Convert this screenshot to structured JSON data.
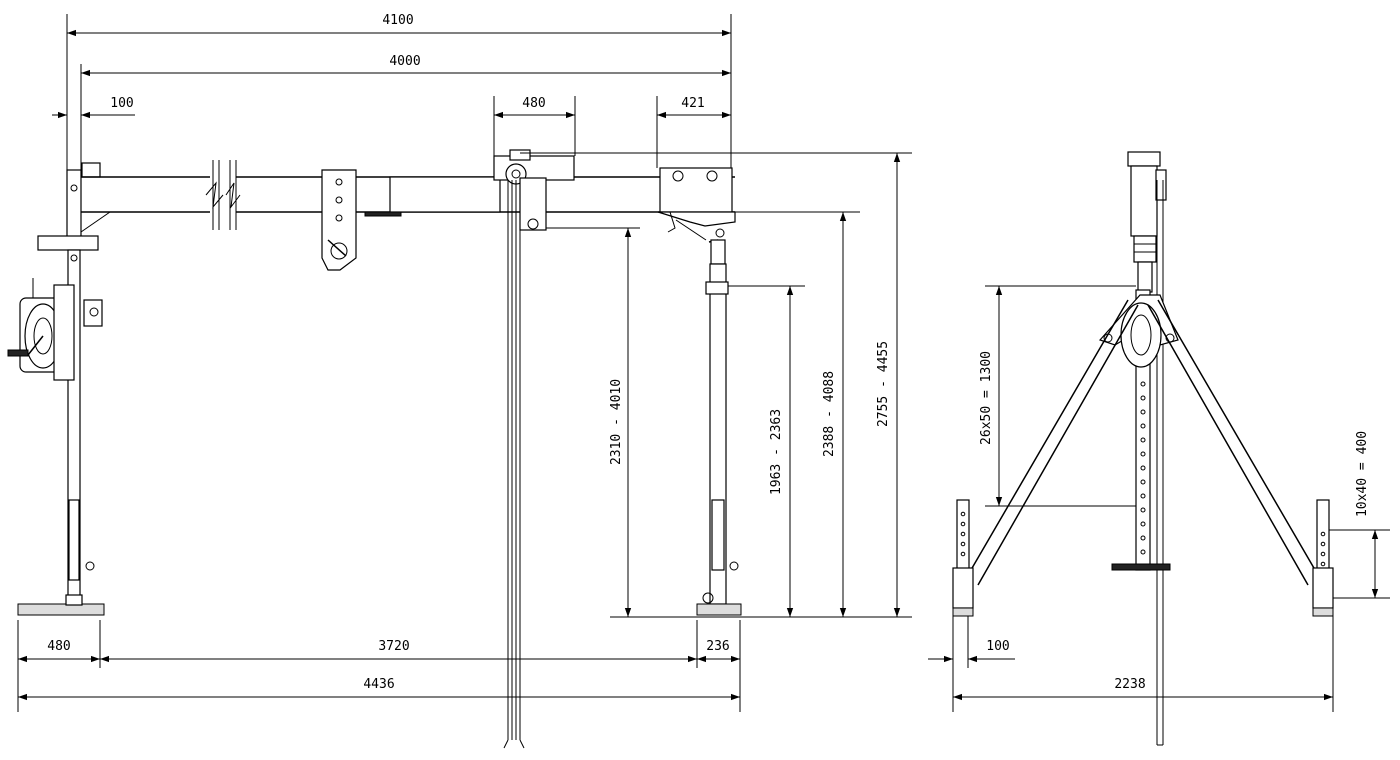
{
  "dimensions": {
    "span_outer": "4100",
    "span_inner": "4000",
    "left_offset": "100",
    "trolley_width": "480",
    "right_head": "421",
    "hook_height": "2310 - 4010",
    "leg_adjust": "1963 - 2363",
    "beam_height": "2388 - 4088",
    "total_height": "2755 - 4455",
    "left_base": "480",
    "mid_span": "3720",
    "right_base": "236",
    "overall_length": "4436",
    "pin_holes": "26x50 = 1300",
    "foot_holes": "10x40 = 400",
    "foot_offset": "100",
    "side_width": "2238"
  },
  "colors": {
    "line": "#000000",
    "background": "#ffffff"
  }
}
